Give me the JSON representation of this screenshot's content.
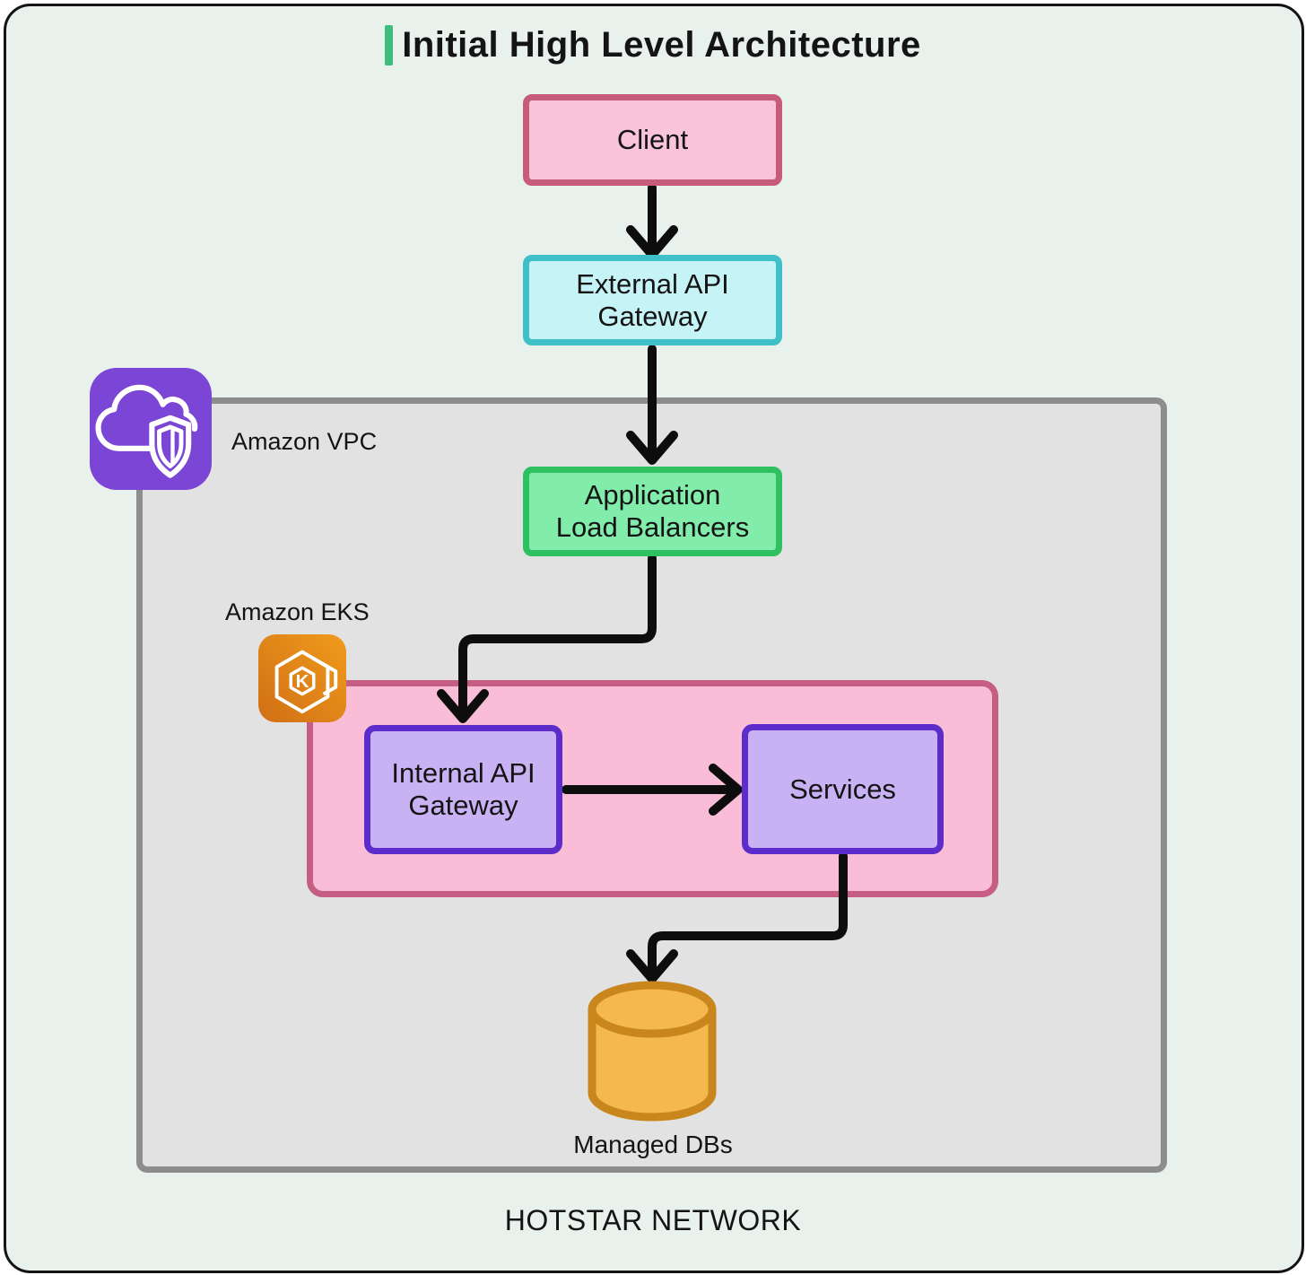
{
  "title": {
    "text": "Initial High Level Architecture",
    "accent_color": "#3ebd7e"
  },
  "nodes": {
    "client": {
      "label": "Client",
      "fill": "#f9c3da",
      "border": "#c75b7c"
    },
    "external_api_gateway": {
      "line1": "External API",
      "line2": "Gateway",
      "fill": "#c6f3f5",
      "border": "#3fc0c9"
    },
    "application_load_balancers": {
      "line1": "Application",
      "line2": "Load Balancers",
      "fill": "#82edab",
      "border": "#2ec161"
    },
    "internal_api_gateway": {
      "line1": "Internal API",
      "line2": "Gateway",
      "fill": "#c9b2f4",
      "border": "#5c2dca"
    },
    "services": {
      "label": "Services",
      "fill": "#c9b2f4",
      "border": "#5c2dca"
    },
    "managed_dbs": {
      "label": "Managed DBs",
      "fill": "#f5b84e",
      "border": "#c8861c"
    }
  },
  "containers": {
    "vpc": {
      "label": "Amazon VPC",
      "fill": "#e2e2e2",
      "border": "#8d8d8d",
      "icon": "cloud-shield-icon",
      "icon_color": "#7b46d5"
    },
    "eks": {
      "label": "Amazon EKS",
      "fill": "#f9bdd7",
      "border": "#c55e82",
      "icon": "eks-kubernetes-icon",
      "icon_color": "#e5831c",
      "icon_letter": "K"
    }
  },
  "footer": {
    "label": "HOTSTAR NETWORK"
  },
  "canvas": {
    "background": "#e9f1ed",
    "border": "#141414",
    "arrow_color": "#0d0d0d"
  }
}
